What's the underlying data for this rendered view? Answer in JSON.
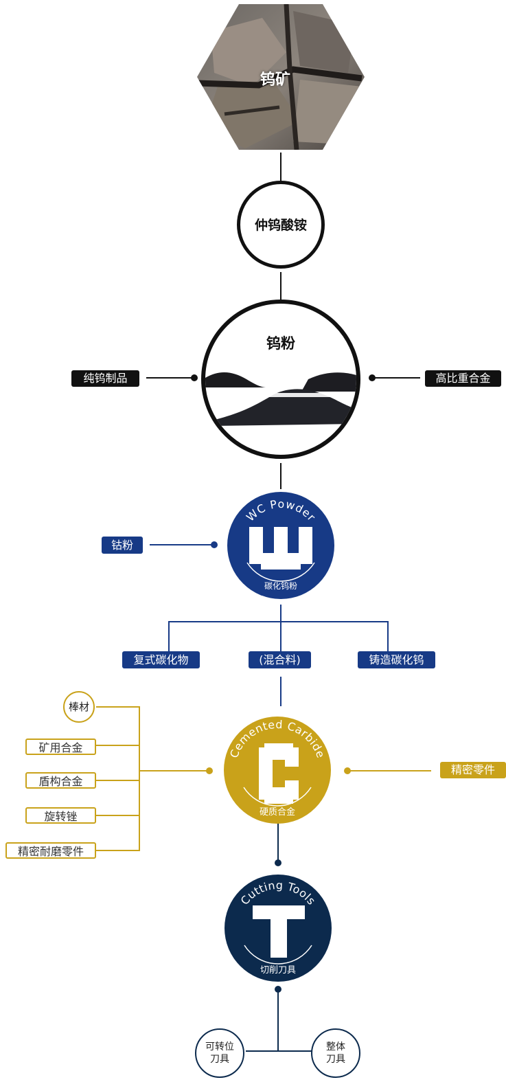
{
  "ore": {
    "label": "钨矿"
  },
  "apt": {
    "label": "仲钨酸铵"
  },
  "tungsten_powder": {
    "label": "钨粉",
    "left_branch": "纯钨制品",
    "right_branch": "高比重合金"
  },
  "wc_powder": {
    "arc_text": "WC Powder",
    "bottom_text": "碳化钨粉",
    "left_branch": "钴粉",
    "outputs": [
      "复式碳化物",
      "(混合料)",
      "铸造碳化钨"
    ]
  },
  "cemented_carbide": {
    "arc_text": "Cemented Carbide",
    "bottom_text": "硬质合金",
    "left_branches": [
      "棒材",
      "矿用合金",
      "盾构合金",
      "旋转锉",
      "精密耐磨零件"
    ],
    "right_branch": "精密零件"
  },
  "cutting_tools": {
    "arc_text": "Cutting Tools",
    "bottom_text": "切削刀具",
    "outputs": [
      {
        "line1": "可转位",
        "line2": "刀具"
      },
      {
        "line1": "整体",
        "line2": "刀具"
      }
    ]
  },
  "colors": {
    "black": "#111111",
    "blue": "#173a86",
    "gold": "#c9a21a",
    "navy": "#0c2a4d"
  }
}
